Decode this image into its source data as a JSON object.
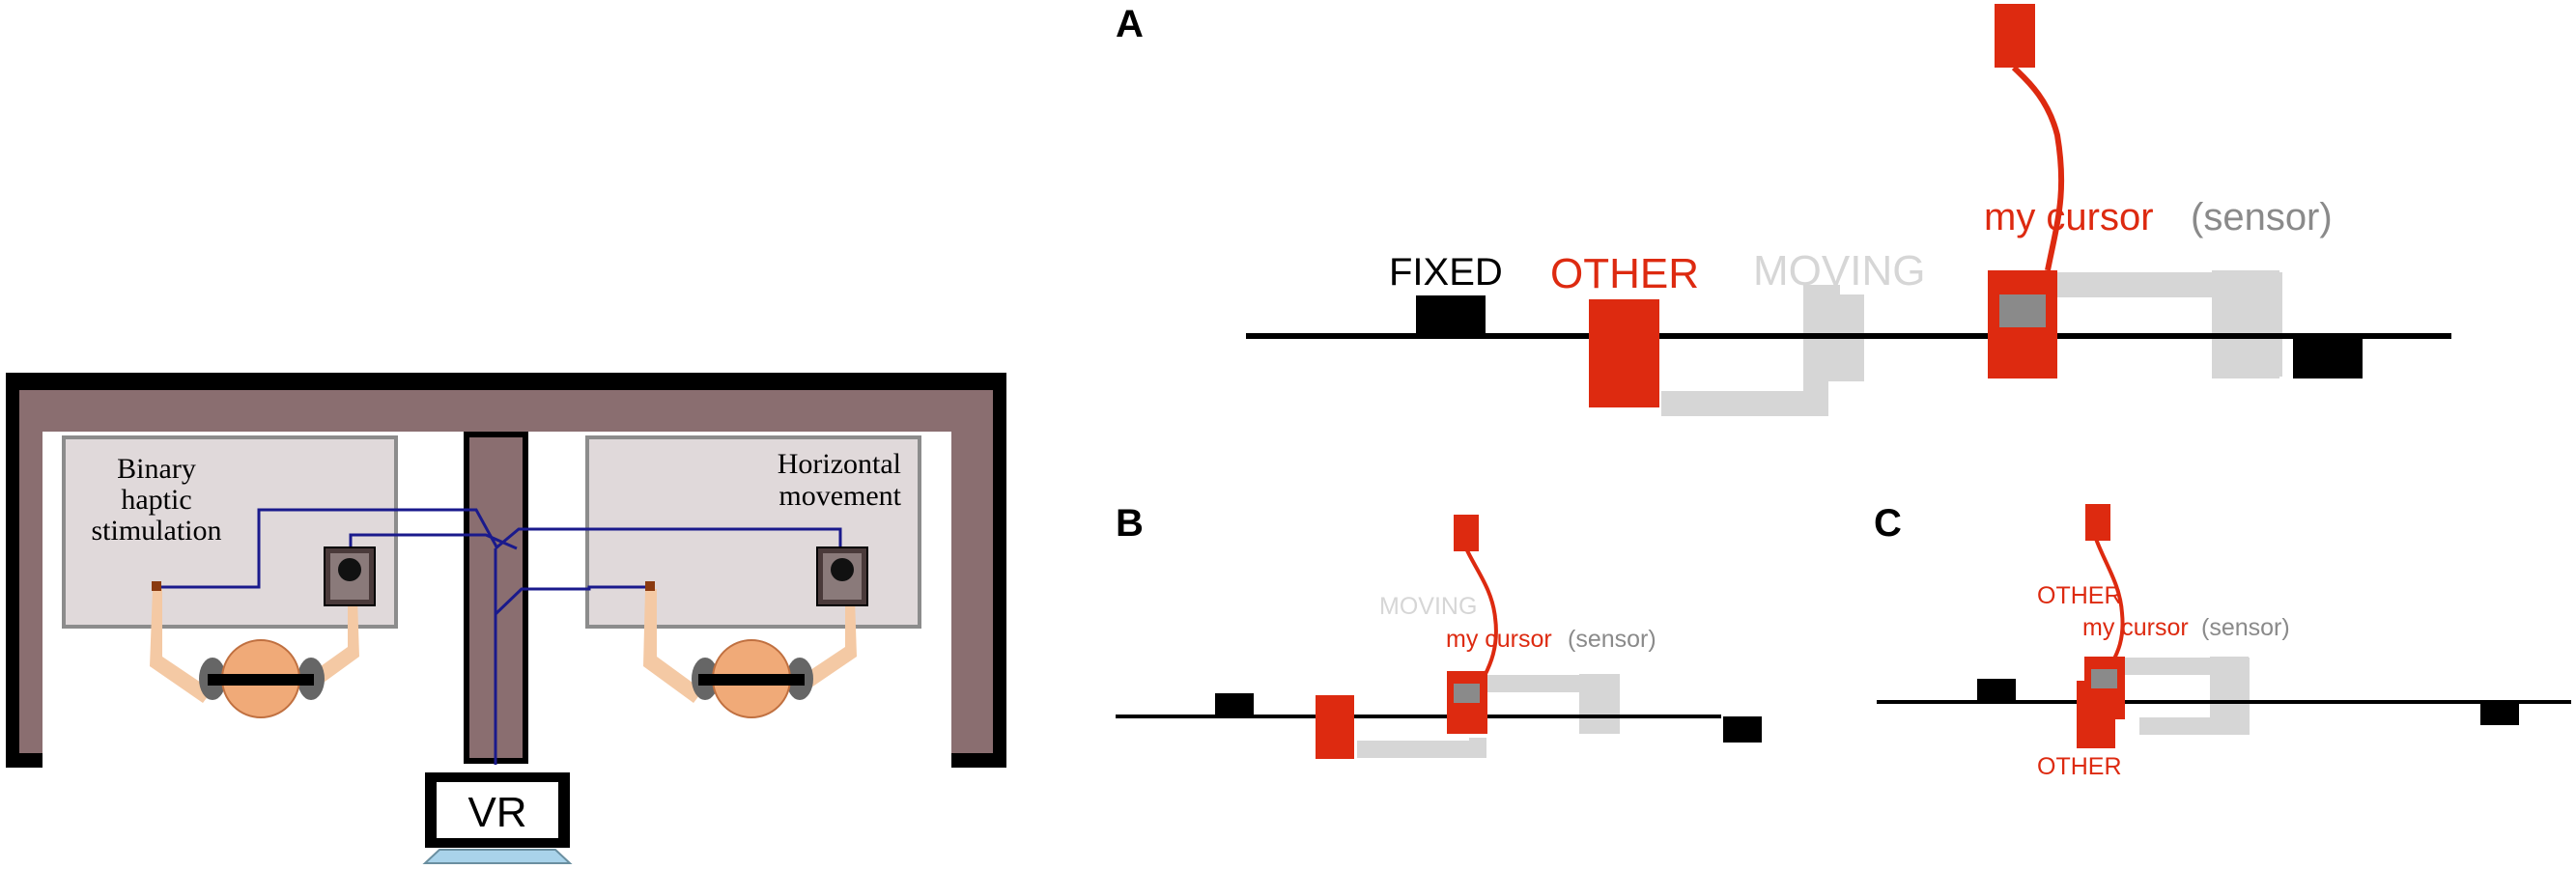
{
  "setup": {
    "left_room_label_line1": "Binary",
    "left_room_label_line2": "haptic",
    "left_room_label_line3": "stimulation",
    "right_room_label_line1": "Horizontal",
    "right_room_label_line2": "movement",
    "vr_label": "VR"
  },
  "panel_a": {
    "letter": "A",
    "fixed_label": "FIXED",
    "other_label": "OTHER",
    "moving_label": "MOVING",
    "cursor_label": "my cursor",
    "sensor_label": "(sensor)"
  },
  "panel_b": {
    "letter": "B",
    "moving_label": "MOVING",
    "cursor_label": "my cursor",
    "sensor_label": "(sensor)"
  },
  "panel_c": {
    "letter": "C",
    "other_top_label": "OTHER",
    "cursor_label": "my cursor",
    "sensor_label": "(sensor)",
    "other_bottom_label": "OTHER"
  },
  "colors": {
    "wall": "#8a6e70",
    "wall_edge": "#000000",
    "room_fill": "#e0d9da",
    "room_border": "#8c8c8c",
    "avatar_orange": "#f0aa78",
    "arm": "#f4c9a4",
    "wire": "#1a1a8c",
    "red": "#dd2a10",
    "light_gray": "#d6d6d6",
    "mid_gray": "#8a8a8a",
    "black": "#000000",
    "screen_blue": "#a9d3ea"
  }
}
